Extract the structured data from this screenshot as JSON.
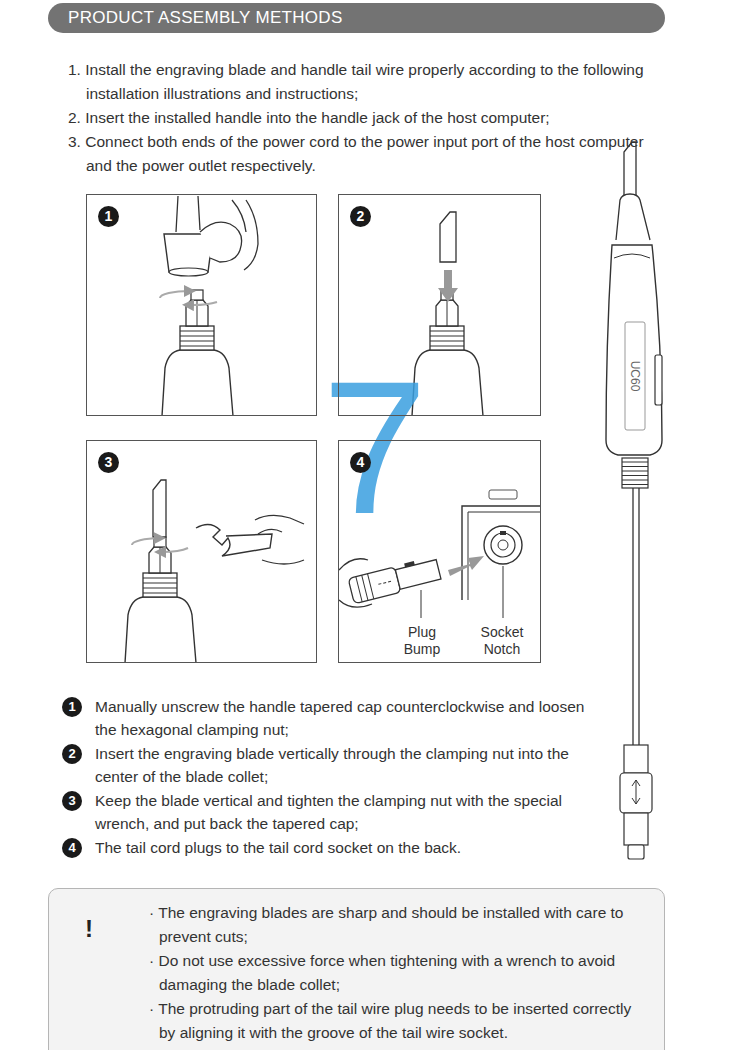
{
  "diagram": {
    "title": "PRODUCT ASSEMBLY METHODS",
    "nodes": [
      {
        "text": [
          "1"
        ]
      },
      {
        "text": [
          "2"
        ]
      },
      {
        "text": [
          "3"
        ]
      },
      {
        "text": [
          "4",
          "Plug Bump",
          "Socket Notch"
        ]
      },
      {
        "text": [
          "· The engraving blades are sharp and should be installed with care to prevent cuts;",
          "· Do not use excessive force when tightening with a wrench to avoid damaging the blade collet;",
          "· The protruding part of the tail wire plug needs to be inserted correctly by aligning it with the groove of the tail wire socket."
        ]
      }
    ],
    "labels": [
      "1. Install the engraving blade and handle tail wire properly according to the following installation illustrations and instructions;",
      "2. Insert the installed handle into the handle jack of the host computer;",
      "3. Connect both ends of the power cord to the power input port of the host computer and the power outlet respectively.",
      "7",
      "UC60",
      "1",
      "Manually unscrew the handle tapered cap counterclockwise and loosen the hexagonal clamping nut;",
      "2",
      "Insert the engraving blade vertically through the clamping nut into the center of the blade collet;",
      "3",
      "Keep the blade vertical and tighten the clamping nut with the special wrench, and put back the tapered cap;",
      "4",
      "The tail cord plugs to the tail cord socket on the back.",
      "!"
    ]
  }
}
